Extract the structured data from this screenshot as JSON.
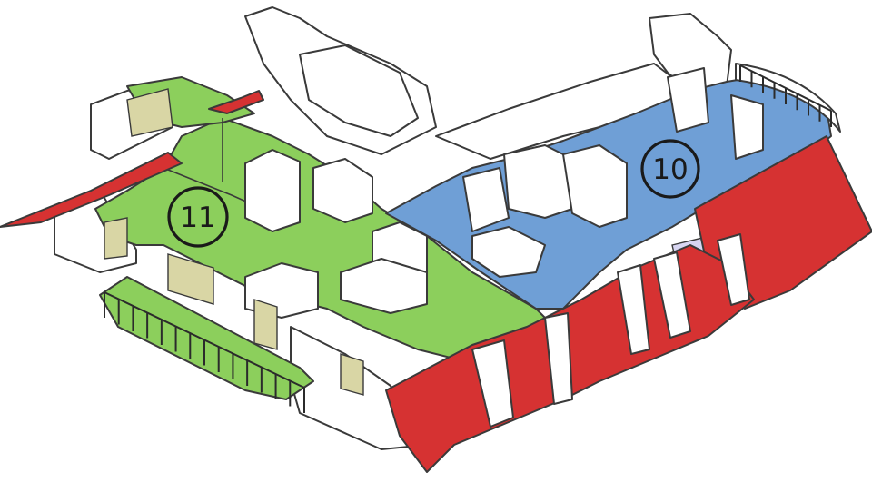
{
  "colors": {
    "green": "#8ccf5c",
    "blue": "#6f9fd6",
    "red": "#d63232",
    "beige": "#d9d6a5",
    "lavender": "#d8d6f2",
    "wall": "#ffffff"
  },
  "units": [
    {
      "label": "11",
      "color_key": "green"
    },
    {
      "label": "10",
      "color_key": "blue"
    }
  ]
}
